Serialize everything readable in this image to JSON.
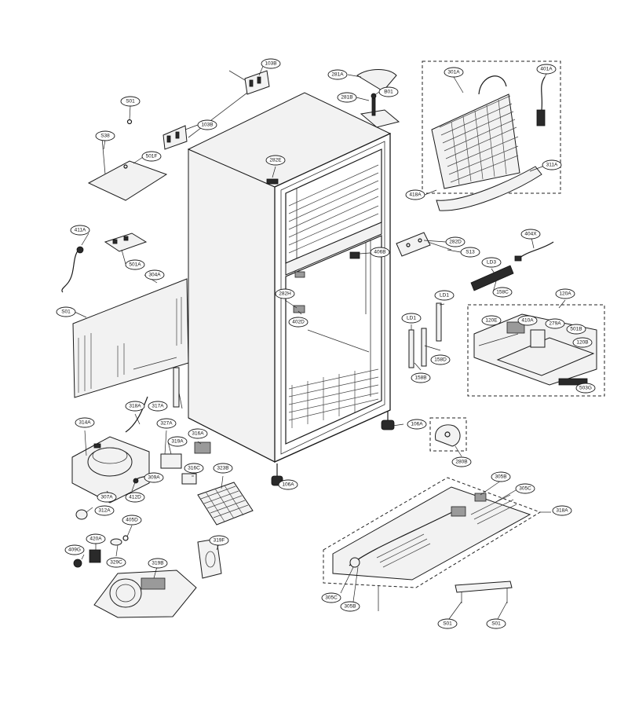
{
  "callouts": [
    "103B",
    "103B",
    "S01",
    "S38",
    "501F",
    "281A",
    "281B",
    "B01",
    "301A",
    "401A",
    "311A",
    "418A",
    "282E",
    "411A",
    "501A",
    "304A",
    "S01",
    "282D",
    "S13",
    "404X",
    "LD3",
    "158C",
    "406B",
    "282H",
    "402D",
    "LD1",
    "LD1",
    "158D",
    "158B",
    "120A",
    "120E",
    "410A",
    "279A",
    "501B",
    "120B",
    "503G",
    "106A",
    "314A",
    "318A",
    "317A",
    "327A",
    "316A",
    "319A",
    "309A",
    "307A",
    "412D",
    "312A",
    "316C",
    "323B",
    "106A",
    "280B",
    "405D",
    "420A",
    "409G",
    "329C",
    "319F",
    "319B",
    "305B",
    "305C",
    "318A",
    "305C",
    "305B",
    "S01",
    "S01"
  ]
}
